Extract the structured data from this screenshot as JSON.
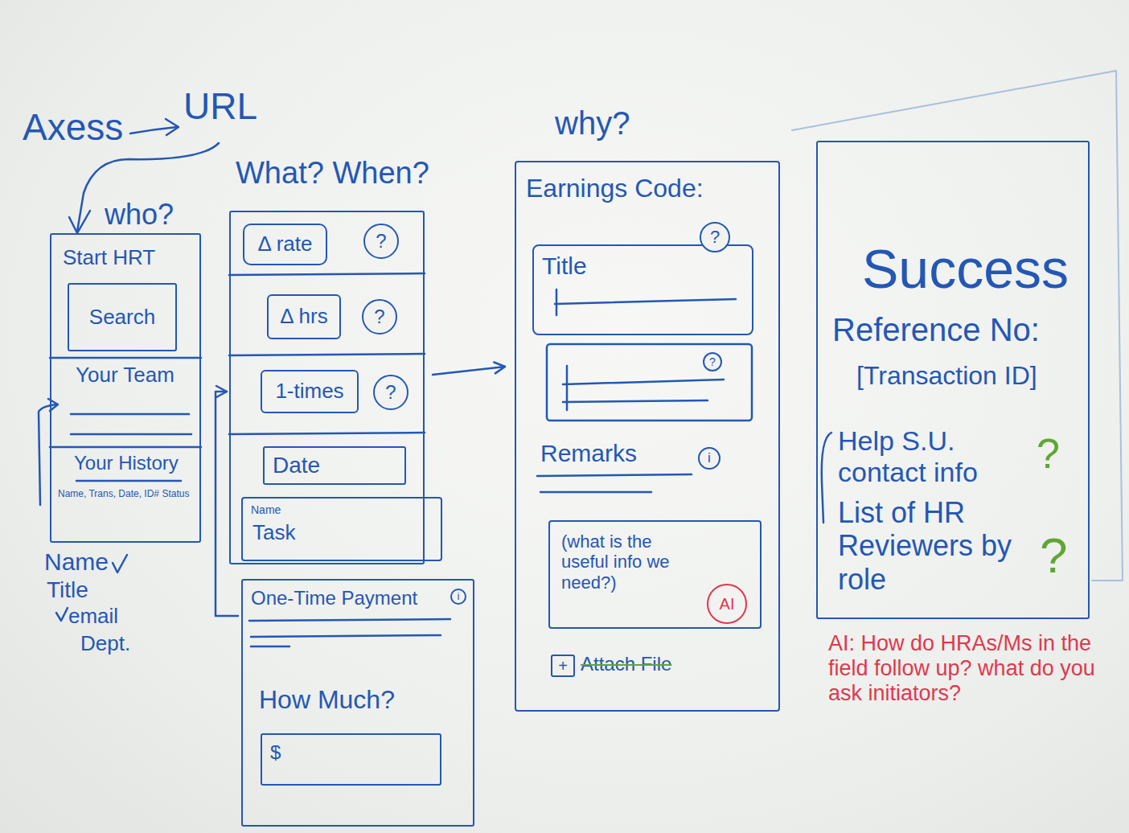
{
  "diagram": {
    "nodes": [
      {
        "text": [
          "who?",
          "Start HRT",
          "Your Team",
          "Your History",
          "Name, Trans, Date, ID# Status"
        ]
      },
      {
        "text": [
          "Search"
        ],
        "in": 0
      },
      {
        "text": [
          "What? When?"
        ]
      },
      {
        "text": [
          "Δ rate"
        ],
        "in": 2
      },
      {
        "text": [
          "?"
        ],
        "in": 2
      },
      {
        "text": [
          "Δ hrs"
        ],
        "in": 2
      },
      {
        "text": [
          "?"
        ],
        "in": 2
      },
      {
        "text": [
          "1-times"
        ],
        "in": 2
      },
      {
        "text": [
          "?"
        ],
        "in": 2
      },
      {
        "text": [
          "Date"
        ],
        "in": 2
      },
      {
        "text": [
          "Name",
          "Task"
        ],
        "in": 2
      },
      {
        "text": [
          "One-Time Payment",
          "How Much?"
        ]
      },
      {
        "text": [
          "i"
        ],
        "in": 11
      },
      {
        "text": [
          "$"
        ],
        "in": 11
      },
      {
        "text": [
          "why?",
          "Earnings Code:",
          "Remarks",
          "Attach File"
        ]
      },
      {
        "text": [
          "Title"
        ],
        "in": 14
      },
      {
        "text": [
          "?"
        ],
        "in": 15
      },
      {
        "text": [
          "?"
        ],
        "in": 14
      },
      {
        "text": [
          "i"
        ],
        "in": 14
      },
      {
        "text": [
          "(what is the useful info we need?)"
        ],
        "in": 14
      },
      {
        "text": [
          "AI"
        ],
        "in": 19
      },
      {
        "text": [
          "+"
        ],
        "in": 14
      },
      {
        "text": [
          "Success",
          "Reference No:",
          "[Transaction ID]",
          "Help S.U. contact info",
          "?",
          "List of HR Reviewers by role",
          "?"
        ]
      }
    ],
    "edges": [
      {
        "from": 2,
        "to": 14,
        "arrow": "to"
      },
      {
        "from": 11,
        "to": 2,
        "arrow": "to"
      }
    ],
    "labels": [
      "Axess",
      "URL",
      "Name",
      "Title",
      "email",
      "Dept.",
      "AI: How do HRAs/Ms in the field follow up? what do you ask initiators?"
    ]
  }
}
